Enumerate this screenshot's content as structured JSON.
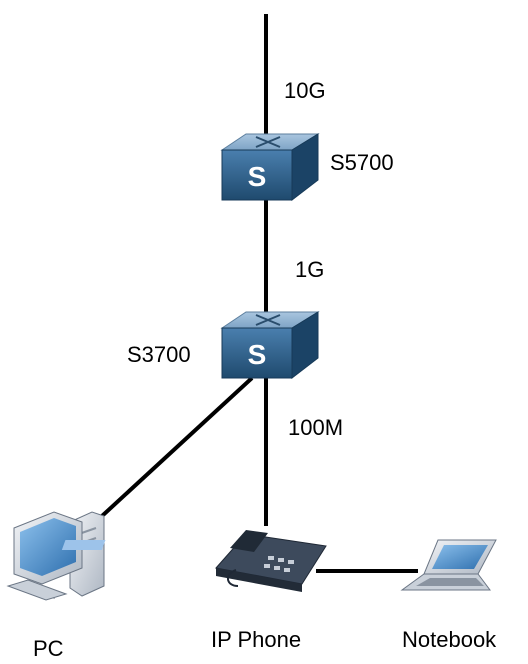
{
  "links": {
    "uplink_speed": "10G",
    "core_to_access_speed": "1G",
    "access_speed": "100M"
  },
  "devices": {
    "core_switch": {
      "name": "S5700",
      "icon": "switch-icon",
      "glyph": "S"
    },
    "access_switch": {
      "name": "S3700",
      "icon": "switch-icon",
      "glyph": "S"
    },
    "pc": {
      "name": "PC",
      "icon": "desktop-pc-icon"
    },
    "ip_phone": {
      "name": "IP Phone",
      "icon": "ip-phone-icon"
    },
    "notebook": {
      "name": "Notebook",
      "icon": "laptop-icon"
    }
  },
  "colors": {
    "switch_front": "#2c5f8a",
    "switch_top": "#8fb3d2",
    "switch_side": "#1f4a6e",
    "device_body": "#d7dde6",
    "device_dark": "#2f3b4a",
    "screen": "#4f8fcf",
    "line": "#000000"
  }
}
